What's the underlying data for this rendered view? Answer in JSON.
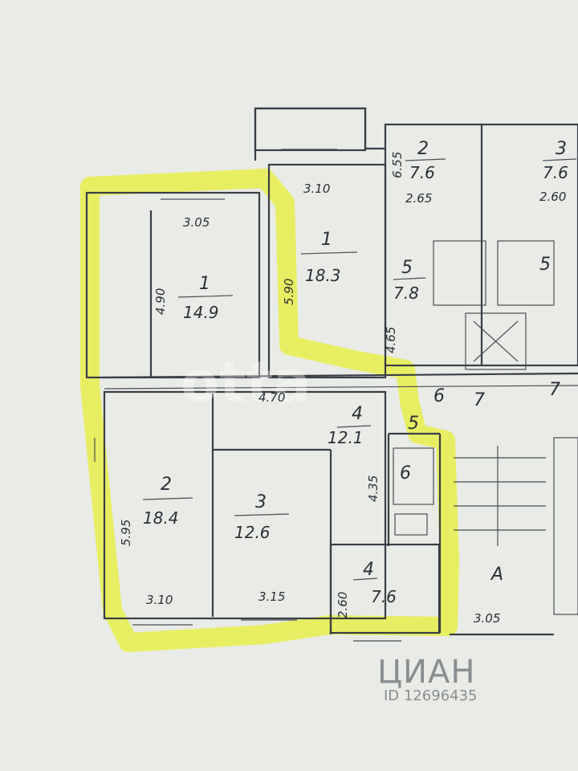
{
  "rooms_highlighted": [
    {
      "num": "1",
      "area": "14.9"
    },
    {
      "num": "1",
      "area": "18.3"
    },
    {
      "num": "2",
      "area": "18.4"
    },
    {
      "num": "3",
      "area": "12.6"
    },
    {
      "num": "4",
      "area": "12.1"
    },
    {
      "num": "4",
      "area": "7.6"
    },
    {
      "num": "5",
      "area": ""
    },
    {
      "num": "6",
      "area": ""
    }
  ],
  "rooms_neighbor": [
    {
      "num": "2",
      "area": "7.6"
    },
    {
      "num": "3",
      "area": "7.6"
    },
    {
      "num": "5",
      "area": "7.8"
    },
    {
      "num": "5",
      "area": ""
    },
    {
      "num": "6",
      "area": ""
    },
    {
      "num": "7",
      "area": ""
    },
    {
      "num": "7",
      "area": ""
    },
    {
      "num": "A",
      "area": ""
    }
  ],
  "dimensions": {
    "d305_top": "3.05",
    "d310_top": "3.10",
    "d490_a": "4.90",
    "d590": "5.90",
    "d470": "4.70",
    "d595": "5.95",
    "d310_bot": "3.10",
    "d315": "3.15",
    "d435": "4.35",
    "d260": "2.60",
    "d305_bot": "3.05",
    "d655": "6.55",
    "d4_65": "4.65",
    "d2_65": "2.65",
    "d2_60n": "2.60"
  },
  "watermark": {
    "logo": "ЦИАН",
    "id": "ID 12696435"
  }
}
